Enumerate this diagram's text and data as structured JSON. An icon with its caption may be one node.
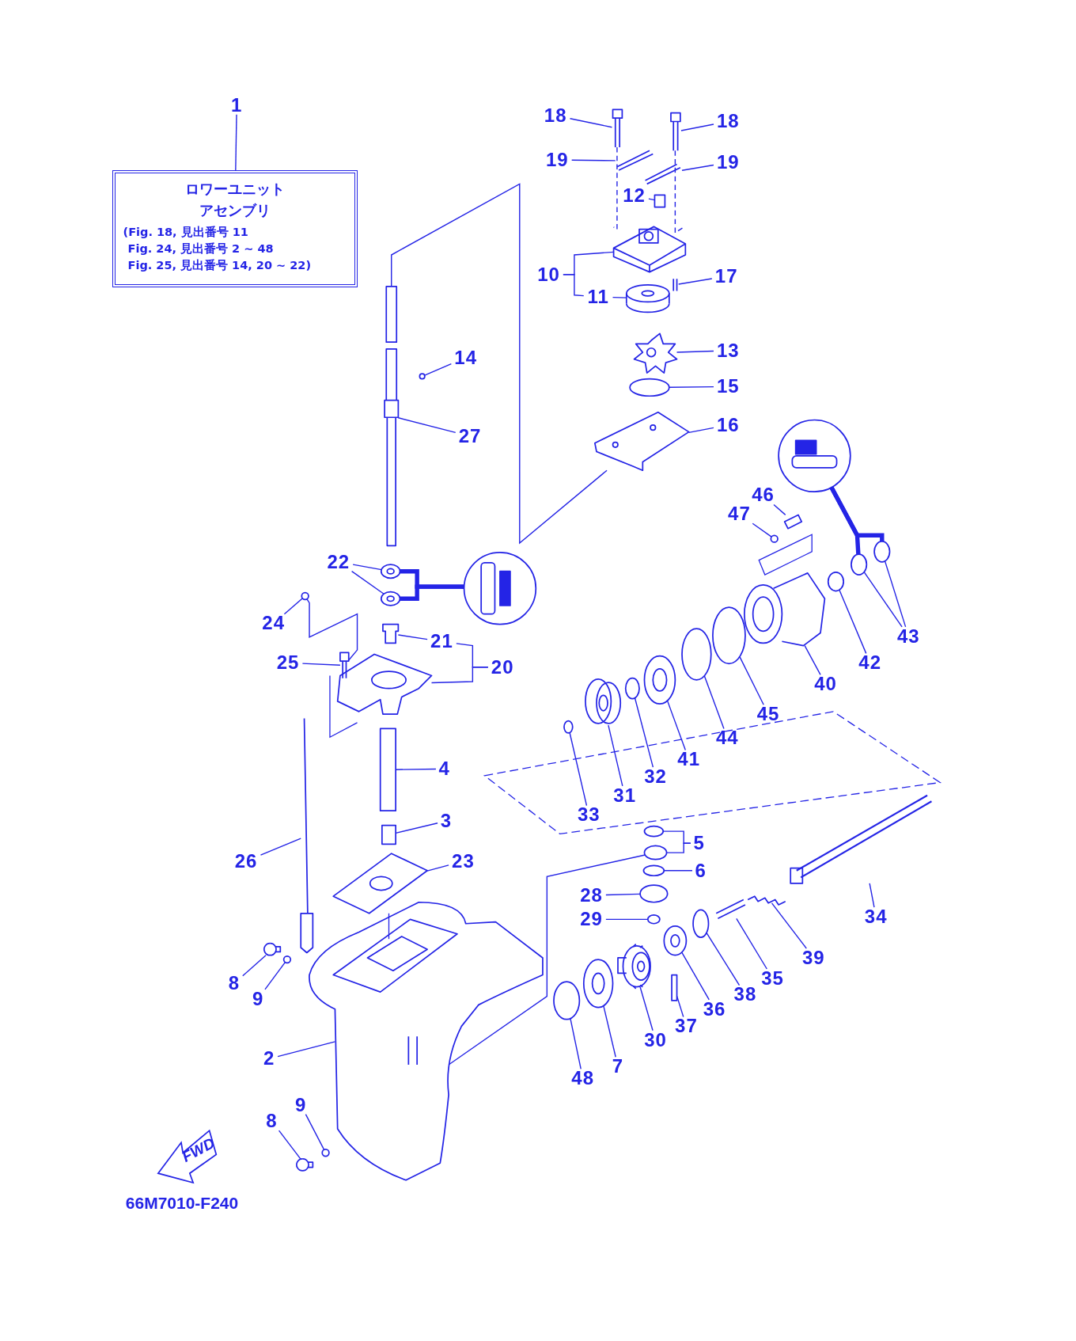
{
  "diagram": {
    "nodes": [
      {
        "text": [
          "1"
        ]
      },
      {
        "text": [
          "ロワーユニットアセンブリ",
          "(Fig. 18, 見出番号 11",
          "Fig. 24, 見出番号 2 ~ 48",
          "Fig. 25, 見出番号 14, 20 ~ 22)"
        ]
      },
      {
        "text": [
          "18"
        ]
      },
      {
        "text": [
          "18"
        ]
      },
      {
        "text": [
          "19"
        ]
      },
      {
        "text": [
          "19"
        ]
      },
      {
        "text": [
          "12"
        ]
      },
      {
        "text": [
          "10"
        ]
      },
      {
        "text": [
          "17"
        ]
      },
      {
        "text": [
          "11"
        ]
      },
      {
        "text": [
          "13"
        ]
      },
      {
        "text": [
          "14"
        ]
      },
      {
        "text": [
          "15"
        ]
      },
      {
        "text": [
          "16"
        ]
      },
      {
        "text": [
          "27"
        ]
      },
      {
        "text": [
          "46"
        ]
      },
      {
        "text": [
          "47"
        ]
      },
      {
        "text": [
          "22"
        ]
      },
      {
        "text": [
          "24"
        ]
      },
      {
        "text": [
          "43"
        ]
      },
      {
        "text": [
          "21"
        ]
      },
      {
        "text": [
          "25"
        ]
      },
      {
        "text": [
          "42"
        ]
      },
      {
        "text": [
          "20"
        ]
      },
      {
        "text": [
          "40"
        ]
      },
      {
        "text": [
          "45"
        ]
      },
      {
        "text": [
          "44"
        ]
      },
      {
        "text": [
          "41"
        ]
      },
      {
        "text": [
          "4"
        ]
      },
      {
        "text": [
          "32"
        ]
      },
      {
        "text": [
          "31"
        ]
      },
      {
        "text": [
          "33"
        ]
      },
      {
        "text": [
          "3"
        ]
      },
      {
        "text": [
          "5"
        ]
      },
      {
        "text": [
          "26"
        ]
      },
      {
        "text": [
          "23"
        ]
      },
      {
        "text": [
          "6"
        ]
      },
      {
        "text": [
          "28"
        ]
      },
      {
        "text": [
          "34"
        ]
      },
      {
        "text": [
          "29"
        ]
      },
      {
        "text": [
          "39"
        ]
      },
      {
        "text": [
          "35"
        ]
      },
      {
        "text": [
          "8"
        ]
      },
      {
        "text": [
          "38"
        ]
      },
      {
        "text": [
          "9"
        ]
      },
      {
        "text": [
          "36"
        ]
      },
      {
        "text": [
          "37"
        ]
      },
      {
        "text": [
          "30"
        ]
      },
      {
        "text": [
          "2"
        ]
      },
      {
        "text": [
          "7"
        ]
      },
      {
        "text": [
          "48"
        ]
      },
      {
        "text": [
          "9"
        ]
      },
      {
        "text": [
          "8"
        ]
      },
      {
        "text": [],
        "shape": "picture"
      },
      {
        "text": [],
        "shape": "picture"
      },
      {
        "text": [],
        "shape": "picture"
      },
      {
        "text": [],
        "shape": "picture"
      },
      {
        "text": [],
        "shape": "picture"
      },
      {
        "text": [],
        "shape": "picture"
      },
      {
        "text": [],
        "shape": "box"
      },
      {
        "text": [],
        "shape": "picture"
      },
      {
        "text": [],
        "shape": "picture"
      },
      {
        "text": [],
        "shape": "picture"
      },
      {
        "text": [],
        "shape": "picture"
      },
      {
        "text": [],
        "shape": "circle"
      },
      {
        "text": [],
        "shape": "picture"
      },
      {
        "text": [],
        "shape": "picture"
      },
      {
        "text": [],
        "shape": "circle"
      },
      {
        "text": [],
        "shape": "picture"
      },
      {
        "text": [],
        "shape": "picture"
      },
      {
        "text": [],
        "shape": "circle"
      },
      {
        "text": [],
        "shape": "picture"
      },
      {
        "text": [],
        "shape": "picture"
      },
      {
        "text": [],
        "shape": "picture"
      },
      {
        "text": [],
        "shape": "box"
      },
      {
        "text": [],
        "shape": "box"
      },
      {
        "text": [],
        "shape": "picture"
      },
      {
        "text": [],
        "shape": "picture"
      },
      {
        "text": [],
        "shape": "picture"
      },
      {
        "text": [],
        "shape": "picture"
      },
      {
        "text": [],
        "shape": "circle"
      },
      {
        "text": [],
        "shape": "circle"
      },
      {
        "text": [],
        "shape": "picture"
      },
      {
        "text": [],
        "shape": "circle"
      },
      {
        "text": [],
        "shape": "picture"
      },
      {
        "text": [],
        "shape": "circle"
      },
      {
        "text": [],
        "shape": "picture"
      },
      {
        "text": [],
        "shape": "circle"
      },
      {
        "text": [],
        "shape": "circle"
      },
      {
        "text": [],
        "shape": "picture"
      },
      {
        "text": [],
        "shape": "circle"
      },
      {
        "text": [],
        "shape": "circle"
      },
      {
        "text": [],
        "shape": "circle"
      },
      {
        "text": [],
        "shape": "picture"
      },
      {
        "text": [],
        "shape": "circle"
      },
      {
        "text": [],
        "shape": "picture"
      },
      {
        "text": [],
        "shape": "picture"
      },
      {
        "text": [],
        "shape": "picture"
      },
      {
        "text": [],
        "shape": "circle"
      },
      {
        "text": [],
        "shape": "picture"
      },
      {
        "text": [],
        "shape": "box"
      },
      {
        "text": [],
        "shape": "picture"
      },
      {
        "text": [],
        "shape": "picture"
      },
      {
        "text": [],
        "shape": "circle"
      },
      {
        "text": [],
        "shape": "circle"
      },
      {
        "text": [],
        "shape": "circle"
      },
      {
        "text": [],
        "shape": "circle"
      },
      {
        "text": [],
        "shape": "circle"
      },
      {
        "text": [],
        "shape": "circle"
      }
    ],
    "edges": [
      {
        "from": 0,
        "to": 1,
        "arrow": "none"
      },
      {
        "from": 2,
        "to": 55,
        "arrow": "none"
      },
      {
        "from": 3,
        "to": 56,
        "arrow": "none"
      },
      {
        "from": 4,
        "to": 57,
        "arrow": "none"
      },
      {
        "from": 5,
        "to": 58,
        "arrow": "none"
      },
      {
        "from": 6,
        "to": 59,
        "arrow": "none"
      },
      {
        "from": 7,
        "to": 60,
        "arrow": "none"
      },
      {
        "from": 7,
        "to": 9,
        "arrow": "none"
      },
      {
        "from": 8,
        "to": 62,
        "arrow": "none"
      },
      {
        "from": 9,
        "to": 61,
        "arrow": "none"
      },
      {
        "from": 10,
        "to": 63,
        "arrow": "none"
      },
      {
        "from": 11,
        "to": 67,
        "arrow": "none"
      },
      {
        "from": 12,
        "to": 64,
        "arrow": "none"
      },
      {
        "from": 13,
        "to": 65,
        "arrow": "none"
      },
      {
        "from": 14,
        "to": 66,
        "arrow": "none"
      },
      {
        "from": 15,
        "to": 93,
        "arrow": "none"
      },
      {
        "from": 16,
        "to": 94,
        "arrow": "none"
      },
      {
        "from": 17,
        "to": 68,
        "arrow": "none"
      },
      {
        "from": 17,
        "to": 69,
        "arrow": "none"
      },
      {
        "from": 18,
        "to": 70,
        "arrow": "none"
      },
      {
        "from": 19,
        "to": 91,
        "arrow": "none"
      },
      {
        "from": 19,
        "to": 92,
        "arrow": "none"
      },
      {
        "from": 20,
        "to": 71,
        "arrow": "none"
      },
      {
        "from": 21,
        "to": 73,
        "arrow": "none"
      },
      {
        "from": 22,
        "to": 90,
        "arrow": "none"
      },
      {
        "from": 23,
        "to": 20,
        "arrow": "none"
      },
      {
        "from": 23,
        "to": 72,
        "arrow": "none"
      },
      {
        "from": 24,
        "to": 89,
        "arrow": "none"
      },
      {
        "from": 25,
        "to": 88,
        "arrow": "none"
      },
      {
        "from": 26,
        "to": 87,
        "arrow": "none"
      },
      {
        "from": 27,
        "to": 86,
        "arrow": "none"
      },
      {
        "from": 28,
        "to": 74,
        "arrow": "none"
      },
      {
        "from": 29,
        "to": 85,
        "arrow": "none"
      },
      {
        "from": 30,
        "to": 84,
        "arrow": "none"
      },
      {
        "from": 31,
        "to": 83,
        "arrow": "none"
      },
      {
        "from": 32,
        "to": 75,
        "arrow": "none"
      },
      {
        "from": 33,
        "to": 104,
        "arrow": "none"
      },
      {
        "from": 33,
        "to": 105,
        "arrow": "none"
      },
      {
        "from": 34,
        "to": 77,
        "arrow": "none"
      },
      {
        "from": 35,
        "to": 76,
        "arrow": "none"
      },
      {
        "from": 36,
        "to": 106,
        "arrow": "none"
      },
      {
        "from": 37,
        "to": 107,
        "arrow": "none"
      },
      {
        "from": 38,
        "to": 95,
        "arrow": "none"
      },
      {
        "from": 39,
        "to": 108,
        "arrow": "none"
      },
      {
        "from": 40,
        "to": 96,
        "arrow": "none"
      },
      {
        "from": 41,
        "to": 97,
        "arrow": "none"
      },
      {
        "from": 42,
        "to": 79,
        "arrow": "none"
      },
      {
        "from": 43,
        "to": 98,
        "arrow": "none"
      },
      {
        "from": 44,
        "to": 80,
        "arrow": "none"
      },
      {
        "from": 45,
        "to": 99,
        "arrow": "none"
      },
      {
        "from": 46,
        "to": 100,
        "arrow": "none"
      },
      {
        "from": 47,
        "to": 101,
        "arrow": "none"
      },
      {
        "from": 48,
        "to": 78,
        "arrow": "none"
      },
      {
        "from": 49,
        "to": 102,
        "arrow": "none"
      },
      {
        "from": 50,
        "to": 103,
        "arrow": "none"
      },
      {
        "from": 51,
        "to": 81,
        "arrow": "none"
      },
      {
        "from": 52,
        "to": 82,
        "arrow": "none"
      },
      {
        "from": 53,
        "to": 68,
        "arrow": "none",
        "style": "thick"
      },
      {
        "from": 53,
        "to": 69,
        "arrow": "none",
        "style": "thick"
      },
      {
        "from": 54,
        "to": 91,
        "arrow": "none",
        "style": "thick"
      },
      {
        "from": 54,
        "to": 92,
        "arrow": "none",
        "style": "thick"
      },
      {
        "from": 55,
        "to": 60,
        "arrow": "none",
        "style": "dashed"
      },
      {
        "from": 56,
        "to": 60,
        "arrow": "none",
        "style": "dashed"
      },
      {
        "from": 66,
        "to": 65,
        "arrow": "none"
      },
      {
        "from": 78,
        "to": 105,
        "arrow": "none"
      },
      {
        "from": 70,
        "to": 73,
        "arrow": "none"
      }
    ],
    "labels": [
      "FWD",
      "66M7010-F240"
    ]
  }
}
